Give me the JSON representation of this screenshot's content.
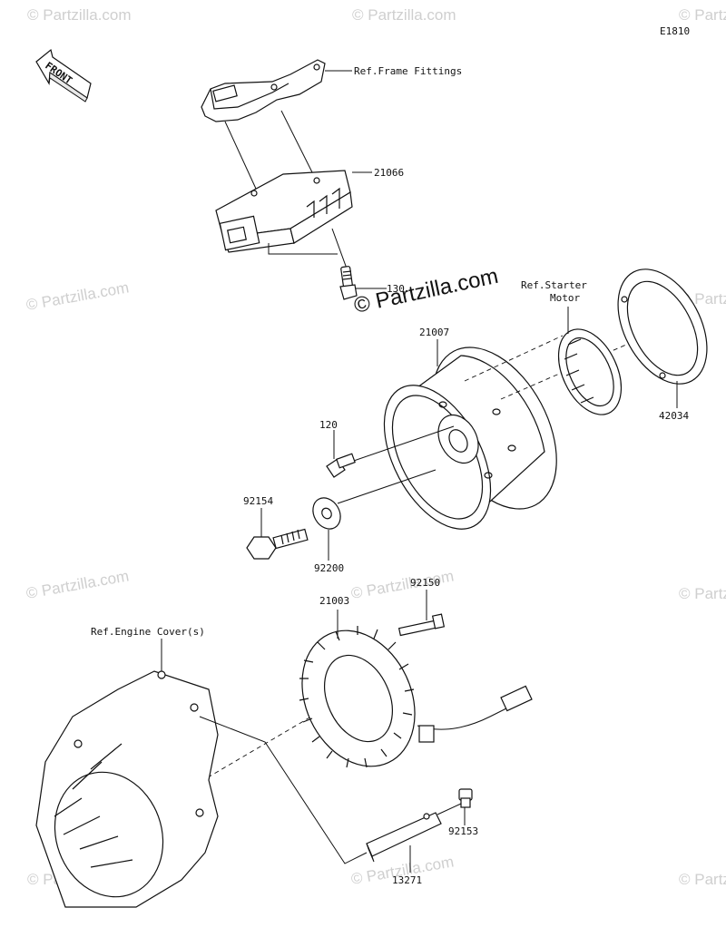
{
  "diagram_code": "E1810",
  "front_arrow": "FRONT",
  "watermark": "© Partzilla.com",
  "refs": {
    "frame": "Ref.Frame Fittings",
    "starter_line1": "Ref.Starter",
    "starter_line2": "Motor",
    "engine_cover": "Ref.Engine Cover(s)"
  },
  "parts": {
    "p21066": "21066",
    "p130": "130",
    "p21007": "21007",
    "p42034": "42034",
    "p120": "120",
    "p92154": "92154",
    "p92200": "92200",
    "p92150": "92150",
    "p21003": "21003",
    "p92153": "92153",
    "p13271": "13271"
  }
}
